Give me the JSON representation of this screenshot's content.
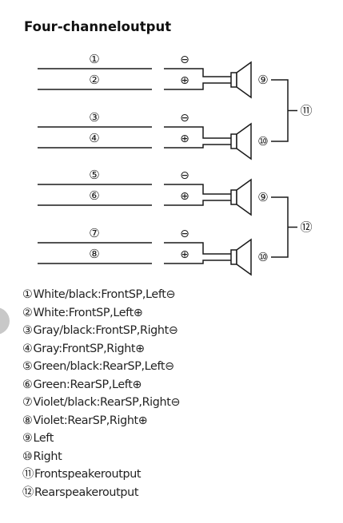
{
  "title": "Four-channeloutput",
  "wire_numbers": [
    "①",
    "②",
    "③",
    "④",
    "⑤",
    "⑥",
    "⑦",
    "⑧"
  ],
  "terminals": {
    "minus": "⊖",
    "plus": "⊕"
  },
  "speaker_callouts": [
    "⑨",
    "⑩",
    "⑨",
    "⑩"
  ],
  "group_callouts": [
    "⑪",
    "⑫"
  ],
  "legend": [
    {
      "num": "①",
      "text": "White/black:FrontSP,Left⊖"
    },
    {
      "num": "②",
      "text": "White:FrontSP,Left⊕"
    },
    {
      "num": "③",
      "text": "Gray/black:FrontSP,Right⊖"
    },
    {
      "num": "④",
      "text": "Gray:FrontSP,Right⊕"
    },
    {
      "num": "⑤",
      "text": "Green/black:RearSP,Left⊖"
    },
    {
      "num": "⑥",
      "text": "Green:RearSP,Left⊕"
    },
    {
      "num": "⑦",
      "text": "Violet/black:RearSP,Right⊖"
    },
    {
      "num": "⑧",
      "text": "Violet:RearSP,Right⊕"
    },
    {
      "num": "⑨",
      "text": "Left"
    },
    {
      "num": "⑩",
      "text": "Right"
    },
    {
      "num": "⑪",
      "text": "Frontspeakeroutput"
    },
    {
      "num": "⑫",
      "text": "Rearspeakeroutput"
    }
  ]
}
